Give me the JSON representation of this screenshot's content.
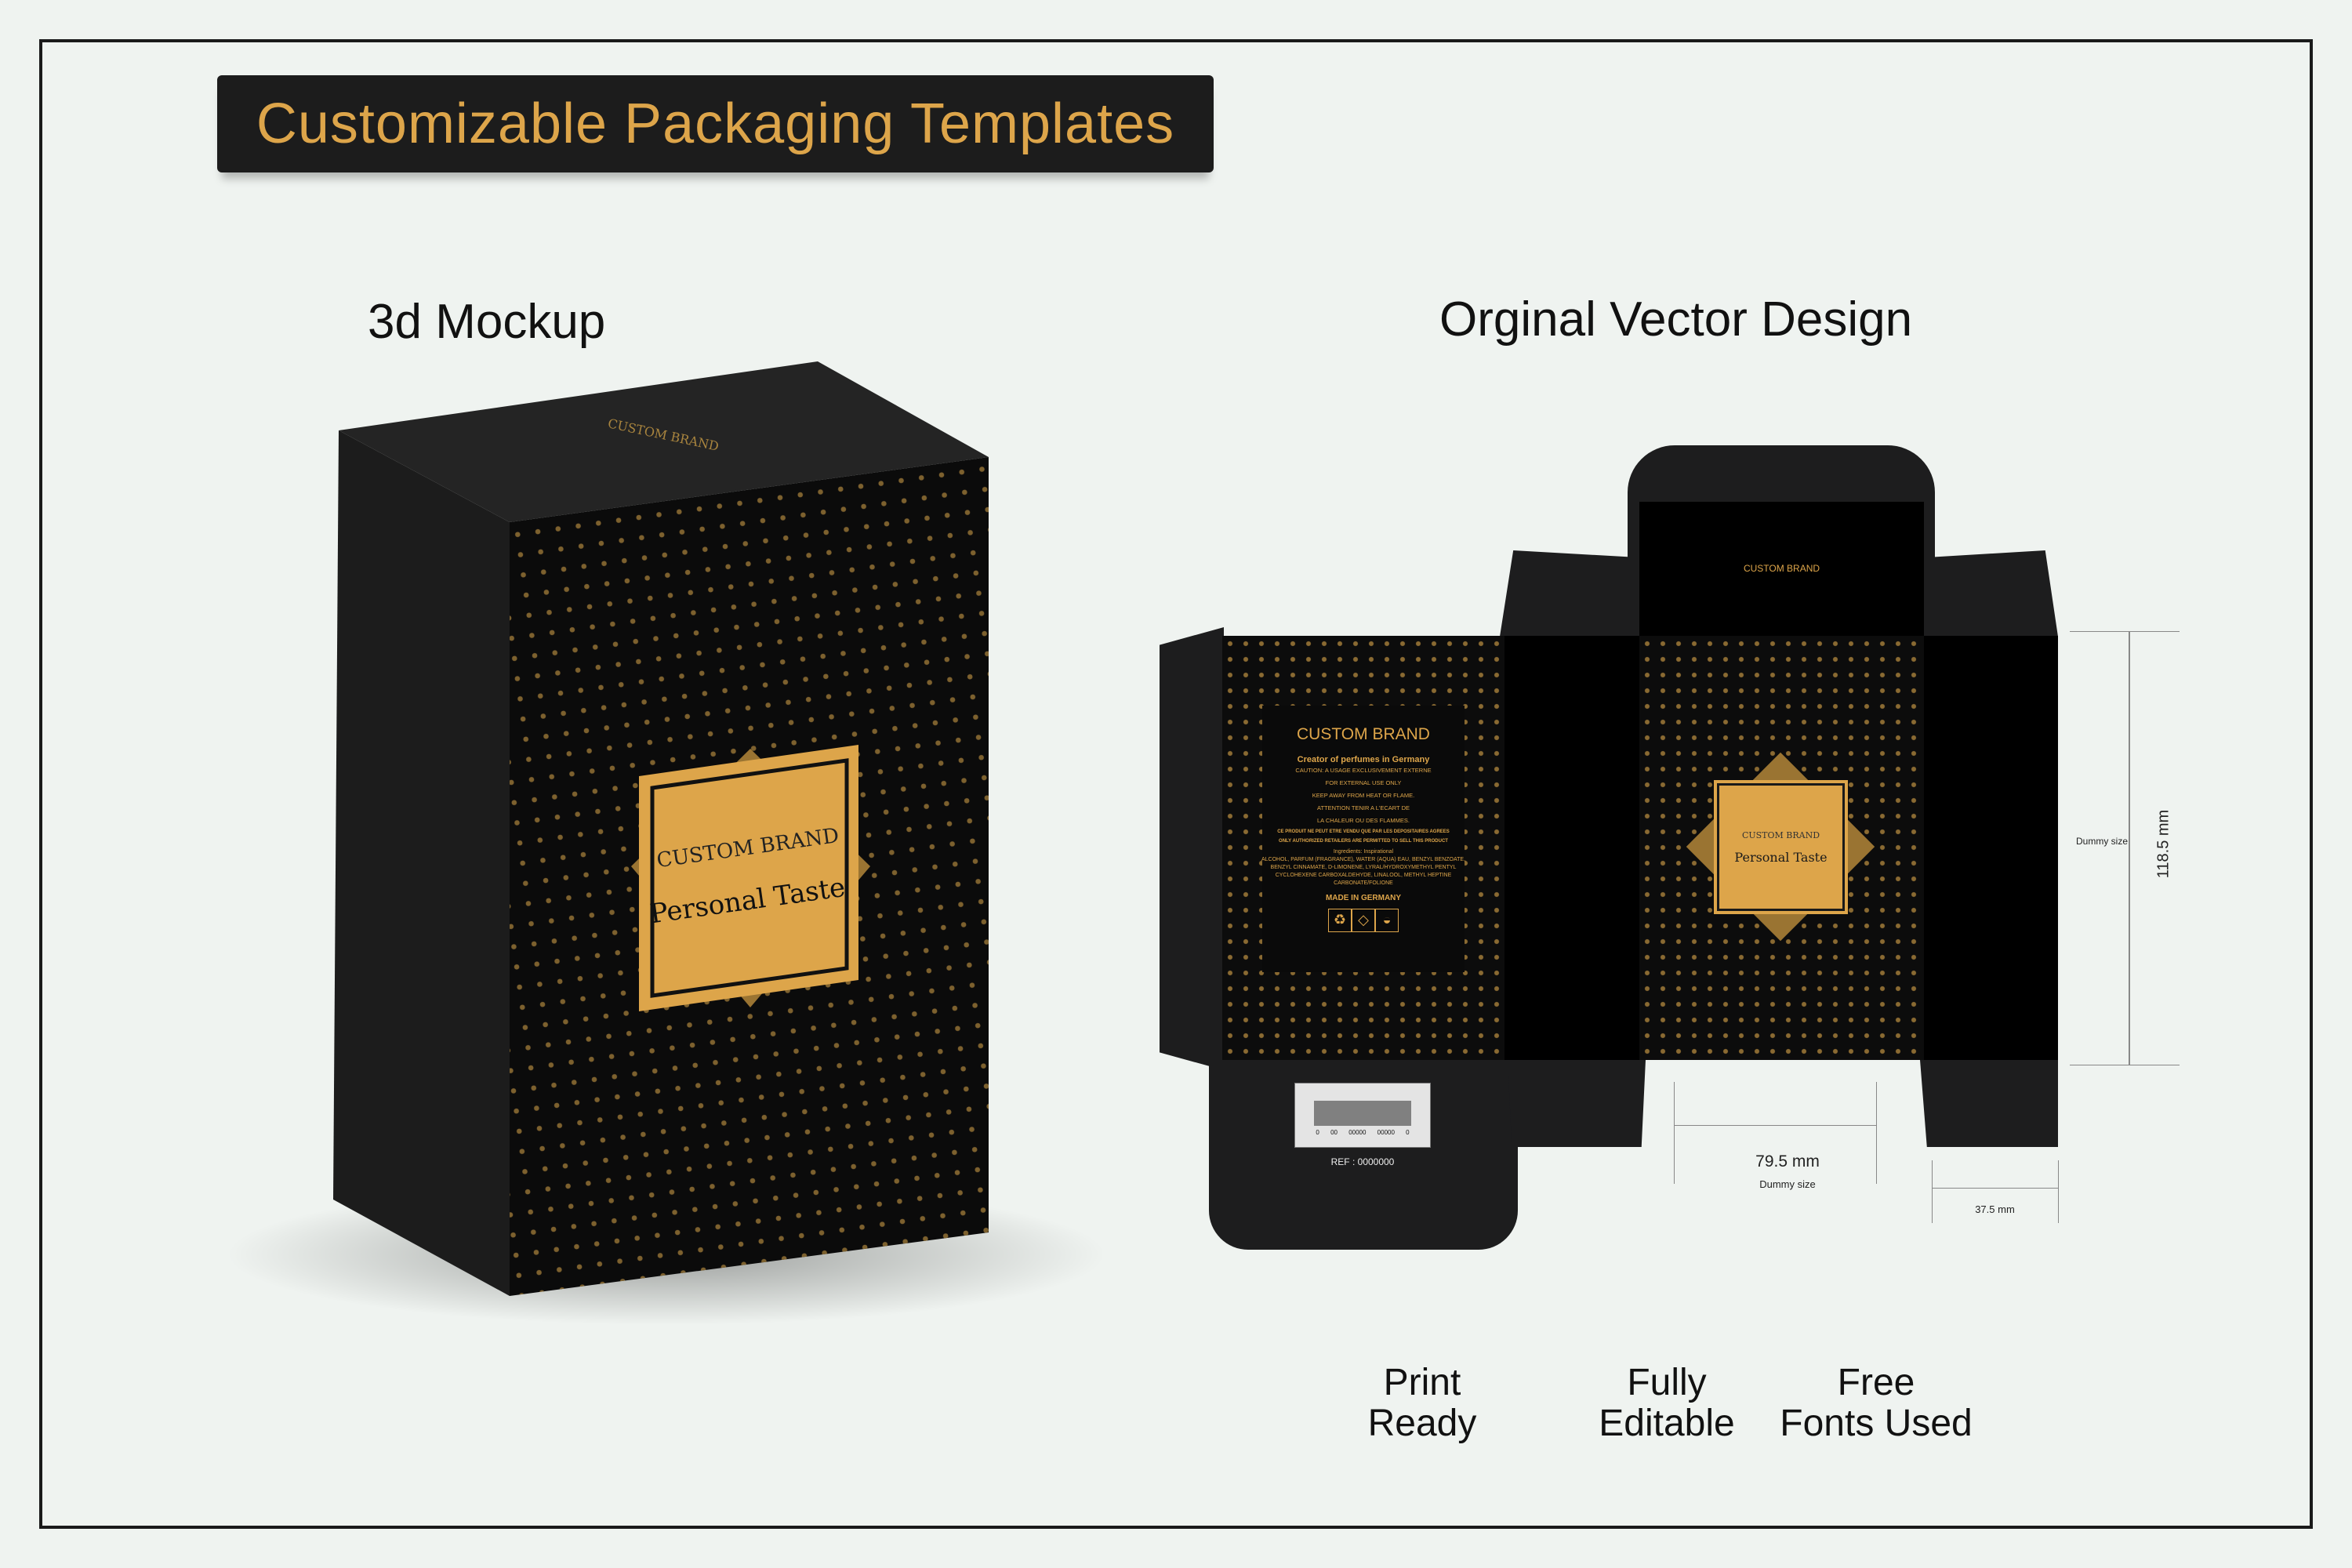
{
  "title": "Customizable Packaging Templates",
  "headings": {
    "mockup": "3d Mockup",
    "vector": "Orginal Vector Design"
  },
  "box": {
    "top_brand": "CUSTOM BRAND",
    "label_brand": "CUSTOM BRAND",
    "label_name": "Personal Taste"
  },
  "dieline": {
    "tuck_brand": "CUSTOM BRAND",
    "back": {
      "brand": "CUSTOM BRAND",
      "tagline": "Creator of perfumes in Germany",
      "lines": [
        "CAUTION: A USAGE EXCLUSIVEMENT EXTERNE",
        "FOR EXTERNAL USE ONLY",
        "KEEP AWAY FROM HEAT OR FLAME.",
        "ATTENTION TENIR A L'ECART DE",
        "LA CHALEUR OU DES FLAMMES."
      ],
      "legal": [
        "CE PRODUIT NE PEUT ETRE VENDU QUE PAR LES DEPOSITAIRES AGREES",
        "ONLY AUTHORIZED RETAILERS ARE PERMITTED TO SELL THIS PRODUCT"
      ],
      "ingredients_title": "Ingredients: Inspirational",
      "ingredients": "ALCOHOL, PARFUM (FRAGRANCE), WATER (AQUA) EAU, BENZYL BENZOATE, BENZYL CINNAMATE, D-LIMONENE, LYRAL/HYDROXYMETHYL PENTYL CYCLOHEXENE CARBOXALDEHYDE, LINALOOL, METHYL HEPTINE CARBONATE/FOLIONE",
      "origin": "MADE IN GERMANY",
      "icons": [
        "recycle-icon",
        "flammable-icon",
        "period-after-opening-icon"
      ]
    },
    "front": {
      "brand": "CUSTOM BRAND",
      "name": "Personal Taste"
    },
    "barcode_numbers": "0 00 00000 00000 0",
    "ref": "REF : 0000000",
    "dims": {
      "height": "118.5 mm",
      "height_note": "Dummy size",
      "width": "79.5 mm",
      "width_note": "Dummy size",
      "depth": "37.5 mm"
    }
  },
  "features": [
    [
      "Print",
      "Ready"
    ],
    [
      "Fully",
      "Editable"
    ],
    [
      "Free",
      "Fonts Used"
    ]
  ],
  "colors": {
    "gold": "#dda54a",
    "background": "#eff3f0",
    "box": "#1d1d1e"
  }
}
